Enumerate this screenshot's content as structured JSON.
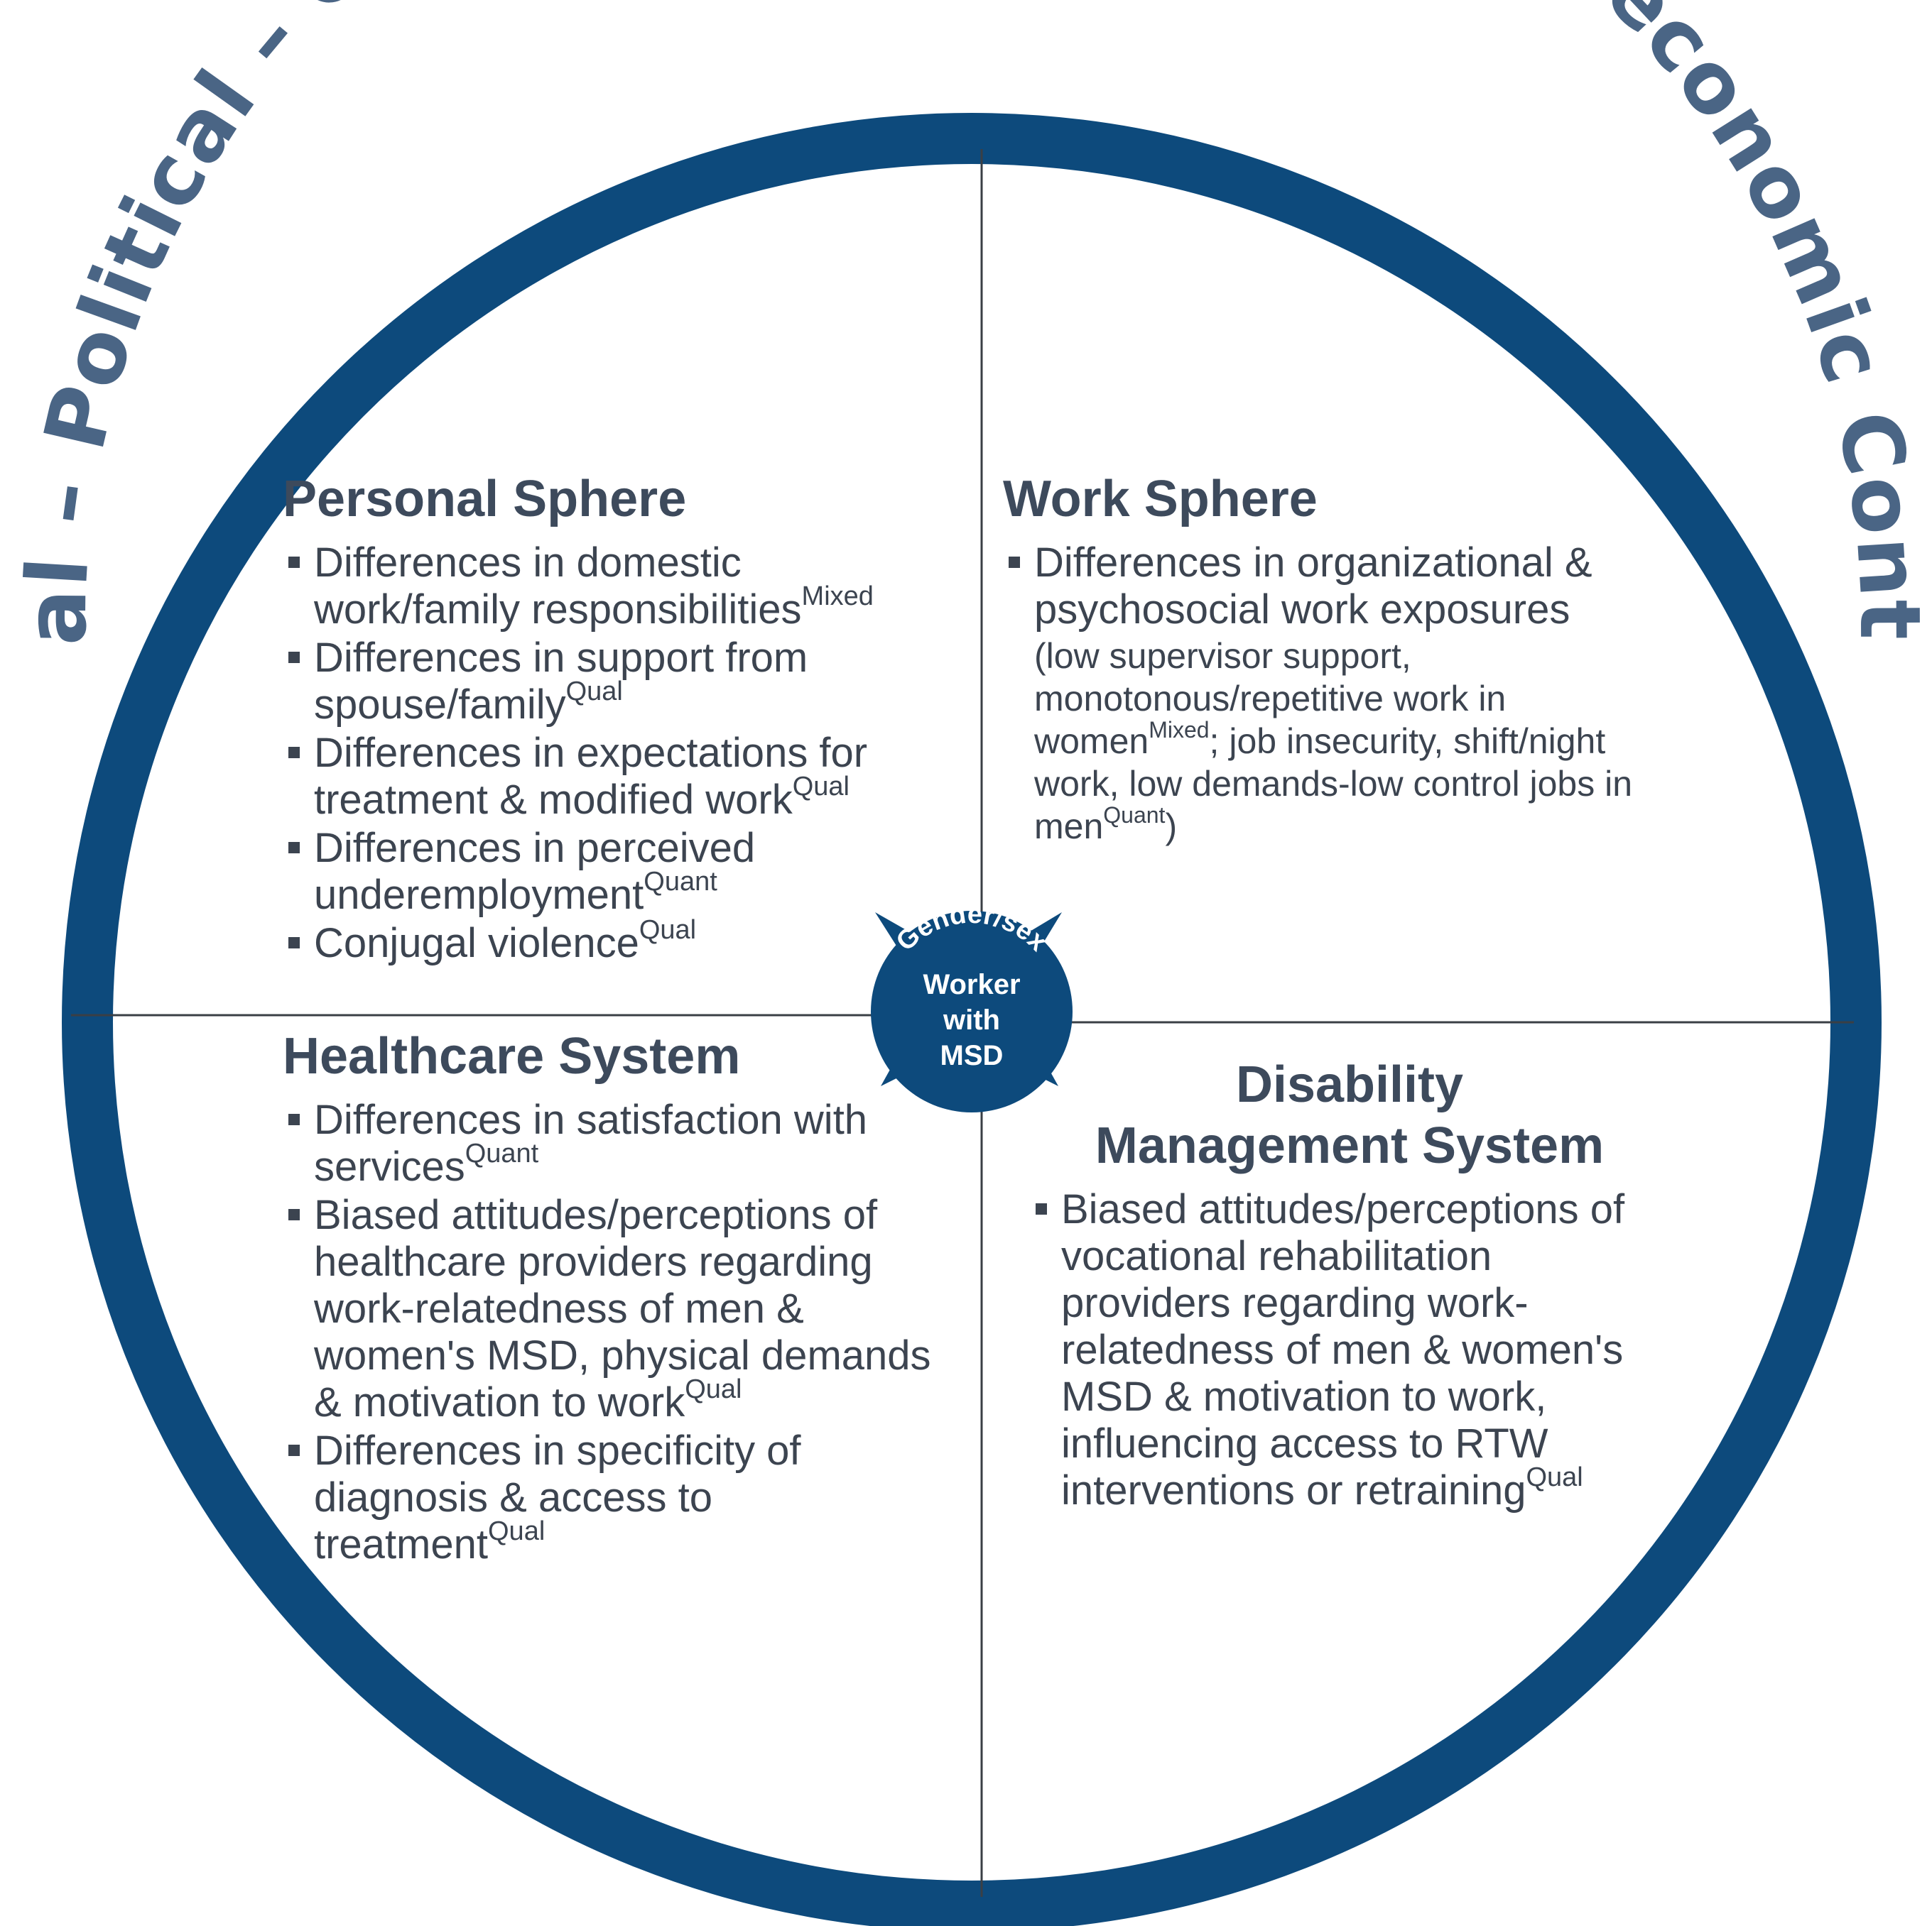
{
  "outer_ring": {
    "context_label": "Social – Political – Cultural – Legislative – Macroeconomic Contexts",
    "ring_color": "#0d4a7c",
    "text_color": "#4a6585"
  },
  "center": {
    "arc_label": "Gender/sex",
    "lines": [
      "Worker",
      "with",
      "MSD"
    ],
    "fill_color": "#0d4a7c"
  },
  "quadrants": {
    "personal": {
      "title": "Personal Sphere",
      "items": [
        {
          "text": "Differences in domestic work/family responsibilities",
          "tag": "Mixed"
        },
        {
          "text": "Differences in support from spouse/family",
          "tag": "Qual"
        },
        {
          "text": "Differences in expectations for treatment & modified work",
          "tag": "Qual"
        },
        {
          "text": "Differences in perceived underemployment",
          "tag": "Quant"
        },
        {
          "text": "Conjugal violence",
          "tag": "Qual"
        }
      ]
    },
    "work": {
      "title": "Work Sphere",
      "items": [
        {
          "text": "Differences in organizational & psychosocial work exposures",
          "tag": ""
        }
      ],
      "detail": {
        "part1": "(low supervisor support, monotonous/repetitive work in women",
        "tag1": "Mixed",
        "part2": "; job insecurity, shift/night  work, low demands-low control jobs in men",
        "tag2": "Quant",
        "part3": ")"
      }
    },
    "healthcare": {
      "title": "Healthcare System",
      "items": [
        {
          "text": "Differences in satisfaction with services",
          "tag": "Quant"
        },
        {
          "text": "Biased attitudes/perceptions of healthcare providers regarding work-relatedness of men & women's MSD, physical demands & motivation to work",
          "tag": "Qual"
        },
        {
          "text": "Differences in specificity of diagnosis & access to treatment",
          "tag": "Qual"
        }
      ]
    },
    "disability": {
      "title_line1": "Disability",
      "title_line2": "Management System",
      "items": [
        {
          "text": "Biased attitudes/perceptions of vocational rehabilitation providers regarding work-relatedness of men & women's MSD & motivation to work, influencing access to RTW  interventions or retraining",
          "tag": "Qual"
        }
      ]
    }
  }
}
